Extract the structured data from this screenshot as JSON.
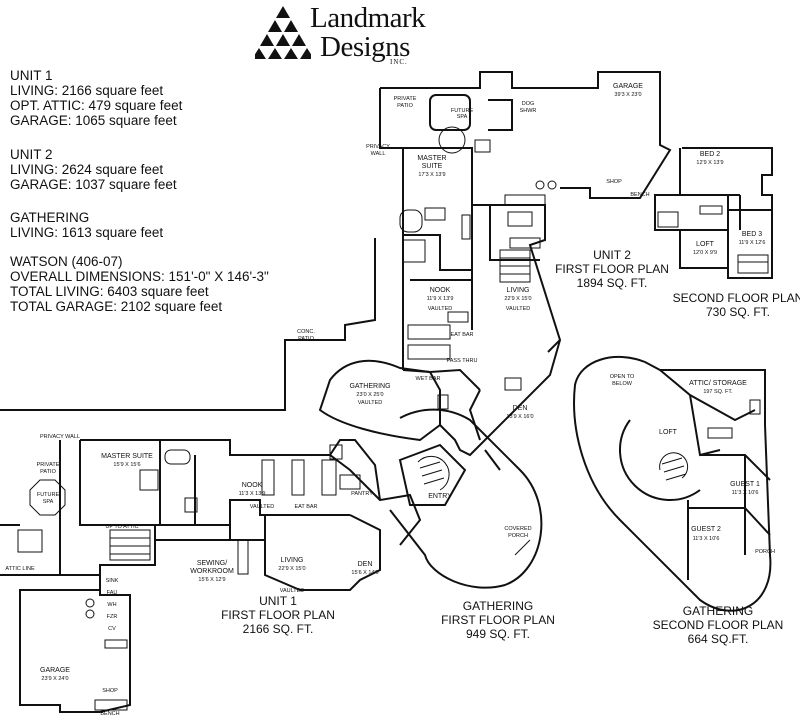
{
  "brand": {
    "line1": "Landmark",
    "line2": "Designs",
    "line3": "INC."
  },
  "unit1": [
    "UNIT 1",
    "LIVING: 2166 square feet",
    "OPT. ATTIC: 479 square feet",
    "GARAGE: 1065 square feet"
  ],
  "unit2": [
    "UNIT 2",
    "LIVING: 2624 square feet",
    "GARAGE: 1037 square feet"
  ],
  "gathering": [
    "GATHERING",
    "LIVING: 1613 square feet"
  ],
  "watson": [
    "WATSON (406-07)",
    "OVERALL DIMENSIONS: 151'-0\" X 146'-3\"",
    "TOTAL LIVING: 6403 square feet",
    "TOTAL GARAGE: 2102 square feet"
  ],
  "plans": {
    "unit1": [
      "UNIT 1",
      "FIRST FLOOR PLAN",
      "2166 SQ. FT."
    ],
    "gathering_first": [
      "GATHERING",
      "FIRST FLOOR PLAN",
      "949 SQ. FT."
    ],
    "unit2": [
      "UNIT 2",
      "FIRST FLOOR PLAN",
      "1894 SQ. FT."
    ],
    "second": [
      "SECOND FLOOR PLAN",
      "730 SQ. FT."
    ],
    "gathering_second": [
      "GATHERING",
      "SECOND FLOOR PLAN",
      "664 SQ.FT."
    ]
  },
  "rooms": {
    "garage_u2": [
      "GARAGE",
      "39'3 X 23'0"
    ],
    "private_patio_top": [
      "PRIVATE",
      "PATIO"
    ],
    "future_spa_top": [
      "FUTURE",
      "SPA"
    ],
    "dog_shwr": [
      "DOG",
      "SHWR"
    ],
    "shop_u2": "SHOP",
    "bench_u2": "BENCH",
    "privacy_wall_top": [
      "PRIVACY",
      "WALL"
    ],
    "master_u2": [
      "MASTER",
      "SUITE",
      "17'3 X 13'9"
    ],
    "nook_u2": [
      "NOOK",
      "11'9 X 13'9",
      "VAULTED"
    ],
    "living_u2": [
      "LIVING",
      "22'9 X 15'0",
      "VAULTED"
    ],
    "bed2": [
      "BED 2",
      "12'9 X 13'9"
    ],
    "bed3": [
      "BED 3",
      "11'9 X 12'6"
    ],
    "loft_u2": [
      "LOFT",
      "12'0 X 9'9"
    ],
    "conc_patio": [
      "CONC.",
      "PATIO"
    ],
    "gathering_room": [
      "GATHERING",
      "23'0 X 25'0",
      "VAULTED"
    ],
    "den_gath": [
      "DEN",
      "13'9 X 16'0"
    ],
    "entry": "ENTRY",
    "covered_porch": [
      "COVERED",
      "PORCH"
    ],
    "eat_bar": "EAT BAR",
    "pass_thru": "PASS THRU",
    "wet_bar": "WET BAR",
    "privacy_wall_left": "PRIVACY WALL",
    "private_patio_left": [
      "PRIVATE",
      "PATIO"
    ],
    "future_spa_left": [
      "FUTURE",
      "SPA"
    ],
    "master_u1": [
      "MASTER SUITE",
      "15'9 X 15'6"
    ],
    "nook_u1": [
      "NOOK",
      "11'3 X 13'9",
      "VAULTED"
    ],
    "eat_bar_u1": "EAT BAR",
    "pantry_u1": "PANTRY",
    "up_to_attic": "UP TO ATTIC",
    "attic_line": "ATTIC LINE",
    "sewing": [
      "SEWING/",
      "WORKROOM",
      "15'6 X 12'9"
    ],
    "living_u1": [
      "LIVING",
      "22'9 X 15'0",
      "VAULTED"
    ],
    "den_u1": [
      "DEN",
      "15'6 X 14'6"
    ],
    "garage_u1": [
      "GARAGE",
      "23'9 X 24'0"
    ],
    "shop_u1": "SHOP",
    "bench_u1": "BENCH",
    "utility_u1": [
      "SINK",
      "FAU",
      "WH",
      "FZR",
      "CV"
    ],
    "open_below": [
      "OPEN TO",
      "BELOW"
    ],
    "attic_storage": [
      "ATTIC/ STORAGE",
      "197 SQ. FT."
    ],
    "loft_gath": "LOFT",
    "guest1": [
      "GUEST 1",
      "11'3 X 10'6"
    ],
    "guest2": [
      "GUEST 2",
      "11'3 X 10'6"
    ],
    "porch_gath": "PORCH"
  }
}
